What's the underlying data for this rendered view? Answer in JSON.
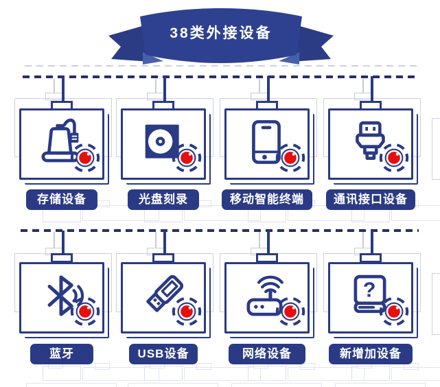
{
  "banner": {
    "title": "38类外接设备"
  },
  "colors": {
    "navy": "#2a3a85",
    "banner_band": "#2e4190",
    "banner_fold": "#4660ae",
    "badge_red": "#e5100e",
    "ghost_gray": "#ccd0dd",
    "label_text": "#ffffff"
  },
  "sections": [
    {
      "items": [
        {
          "label": "存储设备",
          "icon": "storage-device-icon"
        },
        {
          "label": "光盘刻录",
          "icon": "optical-disc-icon"
        },
        {
          "label": "移动智能终端",
          "icon": "smartphone-icon"
        },
        {
          "label": "通讯接口设备",
          "icon": "usb-connector-icon"
        }
      ]
    },
    {
      "items": [
        {
          "label": "蓝牙",
          "icon": "bluetooth-icon"
        },
        {
          "label": "USB设备",
          "icon": "usb-drive-icon"
        },
        {
          "label": "网络设备",
          "icon": "router-icon"
        },
        {
          "label": "新增加设备",
          "icon": "unknown-device-icon"
        }
      ]
    }
  ],
  "unknown_mark": "?"
}
